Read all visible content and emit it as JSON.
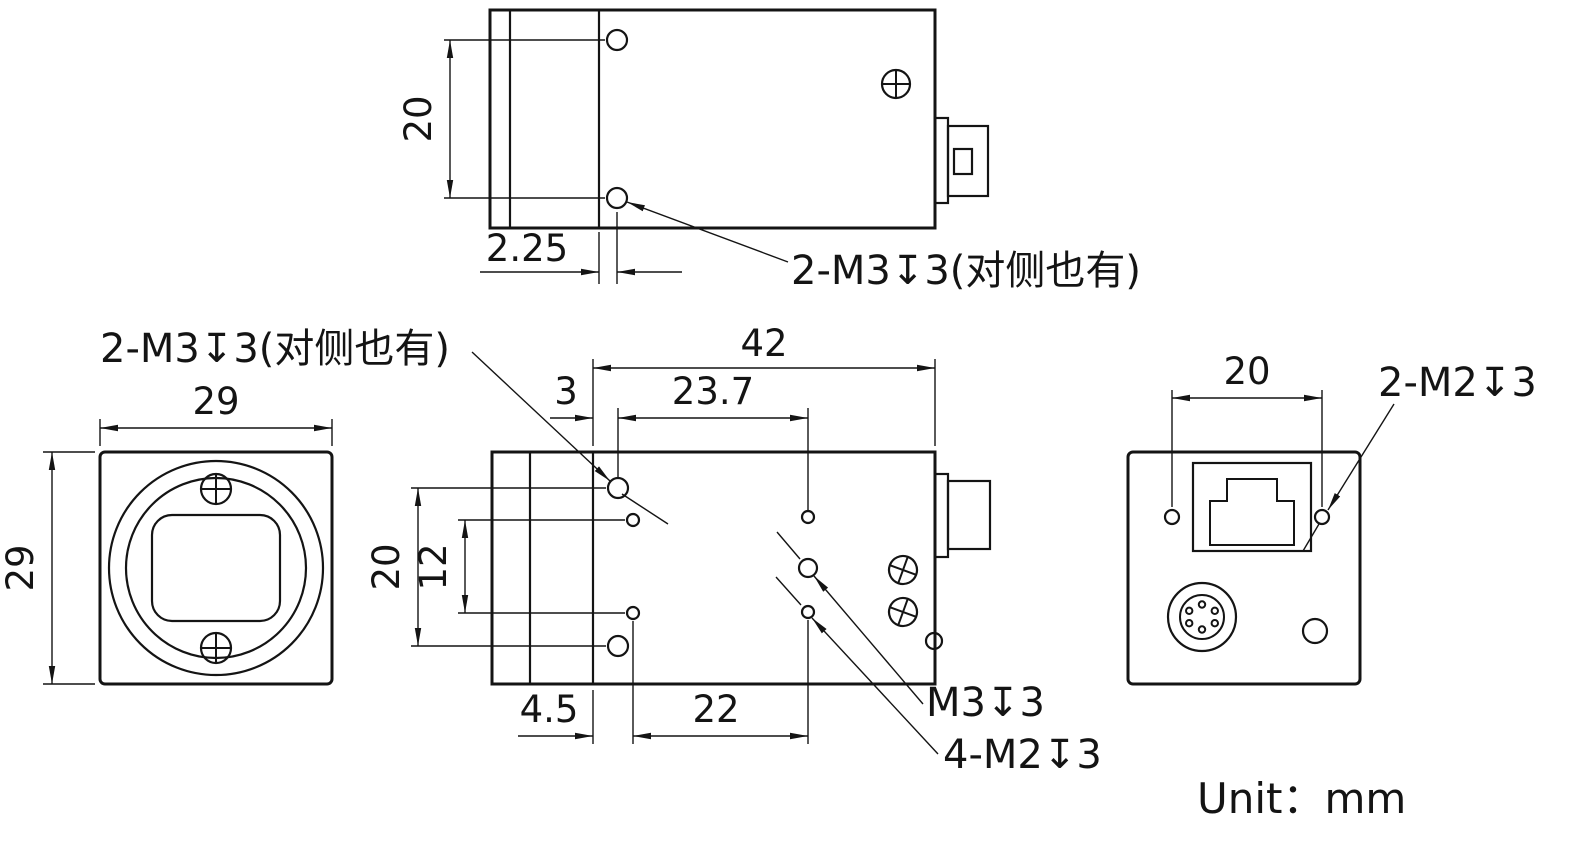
{
  "unit_label": "Unit：mm",
  "dims": {
    "top": {
      "hole_spacing": "20",
      "hole_offset": "2.25"
    },
    "front": {
      "width": "29",
      "height": "29"
    },
    "side": {
      "body_length": "42",
      "hole_offset_front": "3",
      "hole_spacing_h": "23.7",
      "m3_spacing_v": "20",
      "m2_spacing_v": "12",
      "m2_offset_front": "4.5",
      "m2_spacing_h": "22"
    },
    "back": {
      "hole_spacing": "20"
    }
  },
  "annotations": {
    "top_m3": "2-M3↧3(对侧也有)",
    "side_m3": "2-M3↧3(对侧也有)",
    "side_m3_center": "M3↧3",
    "side_m2": "4-M2↧3",
    "back_m2": "2-M2↧3"
  },
  "colors": {
    "line": "#141414",
    "background": "#ffffff"
  }
}
